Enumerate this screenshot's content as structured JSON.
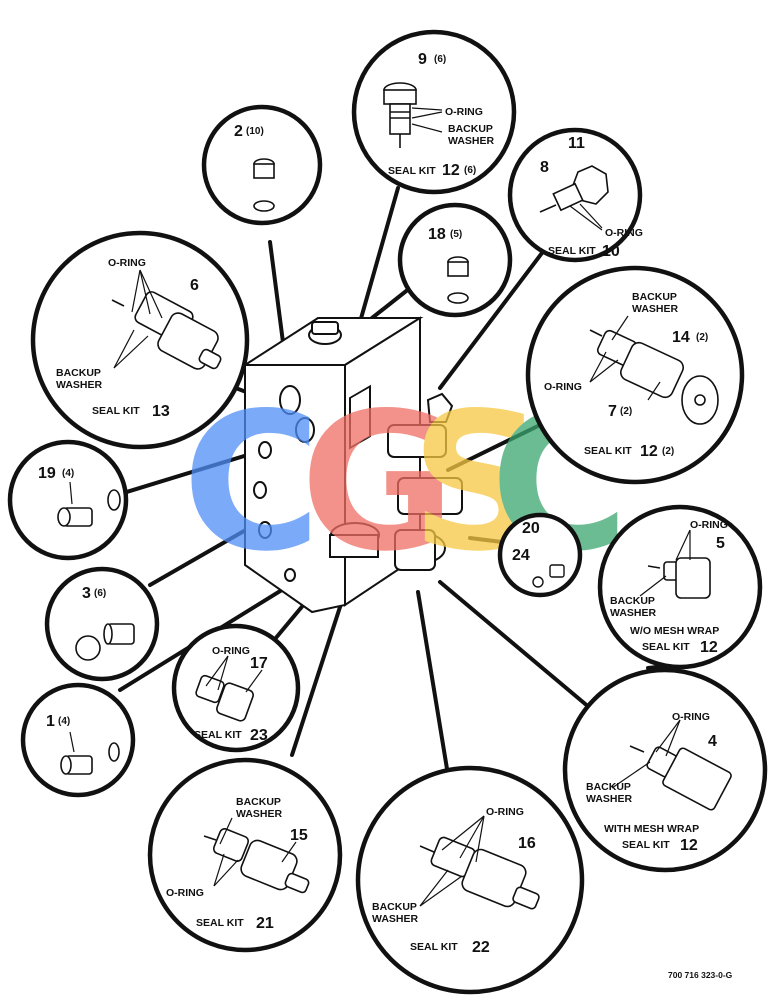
{
  "callouts": [
    {
      "id": "c9",
      "num": "9",
      "qty": "(6)",
      "notes": [
        "O-RING",
        "BACKUP",
        "WASHER"
      ],
      "kit": "SEAL KIT",
      "kitnum": "12",
      "kitqty": "(6)"
    },
    {
      "id": "c2",
      "num": "2",
      "qty": "(10)"
    },
    {
      "id": "c11",
      "num": "11",
      "num2": "8",
      "notes": [
        "O-RING"
      ],
      "kit": "SEAL KIT",
      "kitnum": "10"
    },
    {
      "id": "c18",
      "num": "18",
      "qty": "(5)"
    },
    {
      "id": "c6",
      "num": "6",
      "notes": [
        "O-RING",
        "BACKUP",
        "WASHER"
      ],
      "kit": "SEAL KIT",
      "kitnum": "13"
    },
    {
      "id": "c14",
      "num": "14",
      "qty": "(2)",
      "num2": "7",
      "qty2": "(2)",
      "notes": [
        "BACKUP",
        "WASHER",
        "O-RING"
      ],
      "kit": "SEAL KIT",
      "kitnum": "12",
      "kitqty": "(2)"
    },
    {
      "id": "c19",
      "num": "19",
      "qty": "(4)"
    },
    {
      "id": "c20",
      "num": "20",
      "num2": "24"
    },
    {
      "id": "c3",
      "num": "3",
      "qty": "(6)"
    },
    {
      "id": "c5",
      "num": "5",
      "notes": [
        "O-RING",
        "BACKUP",
        "WASHER",
        "W/O MESH WRAP"
      ],
      "kit": "SEAL KIT",
      "kitnum": "12"
    },
    {
      "id": "c17",
      "num": "17",
      "notes": [
        "O-RING"
      ],
      "kit": "SEAL KIT",
      "kitnum": "23"
    },
    {
      "id": "c1",
      "num": "1",
      "qty": "(4)"
    },
    {
      "id": "c4",
      "num": "4",
      "notes": [
        "O-RING",
        "BACKUP",
        "WASHER",
        "WITH MESH WRAP"
      ],
      "kit": "SEAL KIT",
      "kitnum": "12"
    },
    {
      "id": "c15",
      "num": "15",
      "notes": [
        "BACKUP",
        "WASHER",
        "O-RING"
      ],
      "kit": "SEAL KIT",
      "kitnum": "21"
    },
    {
      "id": "c16",
      "num": "16",
      "notes": [
        "O-RING",
        "BACKUP",
        "WASHER"
      ],
      "kit": "SEAL KIT",
      "kitnum": "22"
    }
  ],
  "watermark": {
    "letters": [
      "C",
      "G",
      "S",
      "C"
    ],
    "colors": [
      "#4f8ef7",
      "#ef6e63",
      "#f7c843",
      "#3ba66f"
    ]
  },
  "reference": "700 716 323-0-G"
}
